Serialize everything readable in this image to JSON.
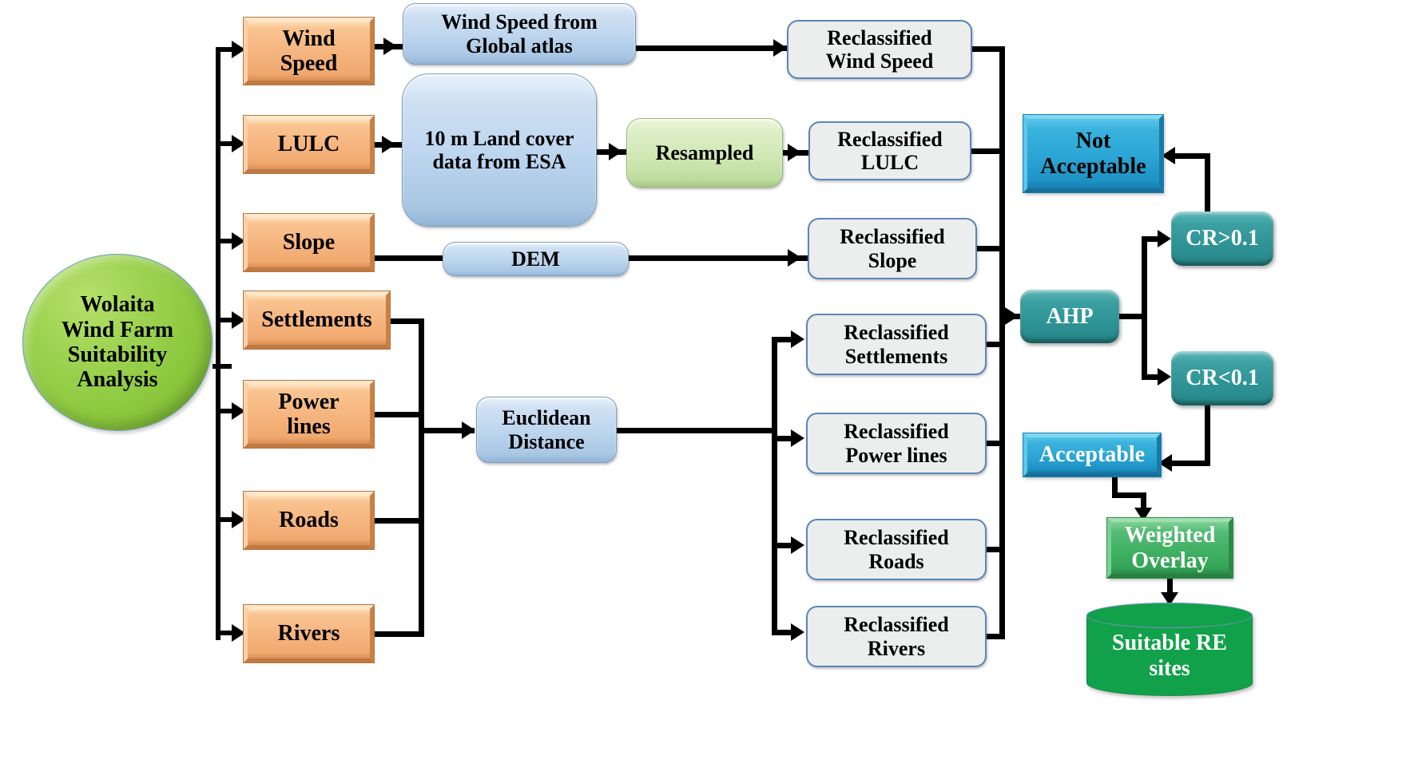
{
  "diagram": {
    "title": "Wolaita Wind Farm Suitability Analysis methodology flowchart",
    "colors": {
      "goal_green": "#8cc93f",
      "criteria_orange": "#f6b782",
      "data_blue": "#bcd5ee",
      "resample_green": "#cfe7b3",
      "reclassified_grey": "#eceded",
      "reclassified_border_blue": "#5b86b6",
      "ahp_teal": "#2f9496",
      "acceptable_cyan": "#2ba5d4",
      "weighted_overlay_green": "#41b163",
      "output_cylinder_green": "#11a14a",
      "connector_black": "#000000"
    }
  },
  "goal": {
    "label": "Wolaita\nWind Farm\nSuitability\nAnalysis"
  },
  "criteria": [
    {
      "id": "wind-speed",
      "label": "Wind\nSpeed"
    },
    {
      "id": "lulc",
      "label": "LULC"
    },
    {
      "id": "slope",
      "label": "Slope"
    },
    {
      "id": "settlements",
      "label": "Settlements"
    },
    {
      "id": "power-lines",
      "label": "Power\nlines"
    },
    {
      "id": "roads",
      "label": "Roads"
    },
    {
      "id": "rivers",
      "label": "Rivers"
    }
  ],
  "sources": [
    {
      "id": "wind-atlas",
      "label": "Wind Speed from\nGlobal atlas"
    },
    {
      "id": "esa-landcover",
      "label": "10 m Land cover\ndata from ESA"
    },
    {
      "id": "dem",
      "label": "DEM"
    },
    {
      "id": "euclidean-distance",
      "label": "Euclidean\nDistance"
    }
  ],
  "processing": {
    "resampled": "Resampled"
  },
  "reclassified": [
    {
      "id": "wind-speed",
      "label": "Reclassified\nWind Speed"
    },
    {
      "id": "lulc",
      "label": "Reclassified\nLULC"
    },
    {
      "id": "slope",
      "label": "Reclassified\nSlope"
    },
    {
      "id": "settlements",
      "label": "Reclassified\nSettlements"
    },
    {
      "id": "power-lines",
      "label": "Reclassified\nPower lines"
    },
    {
      "id": "roads",
      "label": "Reclassified\nRoads"
    },
    {
      "id": "rivers",
      "label": "Reclassified\nRivers"
    }
  ],
  "decision": {
    "ahp": "AHP",
    "cr_high": "CR>0.1",
    "cr_low": "CR<0.1",
    "not_acceptable": "Not\nAcceptable",
    "acceptable": "Acceptable"
  },
  "output": {
    "weighted_overlay": "Weighted\nOverlay",
    "suitable_sites": "Suitable RE\nsites"
  }
}
